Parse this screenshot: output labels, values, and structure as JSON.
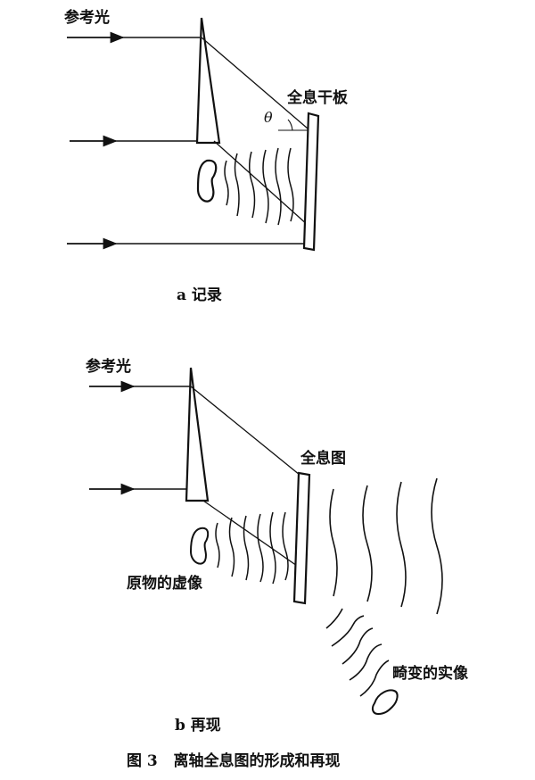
{
  "panel_a": {
    "reference_light_label": "参考光",
    "plate_label": "全息干板",
    "angle_symbol": "θ",
    "caption": "a 记录"
  },
  "panel_b": {
    "reference_light_label": "参考光",
    "hologram_label": "全息图",
    "virtual_image_label": "原物的虚像",
    "real_image_label": "畸变的实像",
    "caption": "b 再现"
  },
  "figure_caption": "图 3   离轴全息图的形成和再现"
}
